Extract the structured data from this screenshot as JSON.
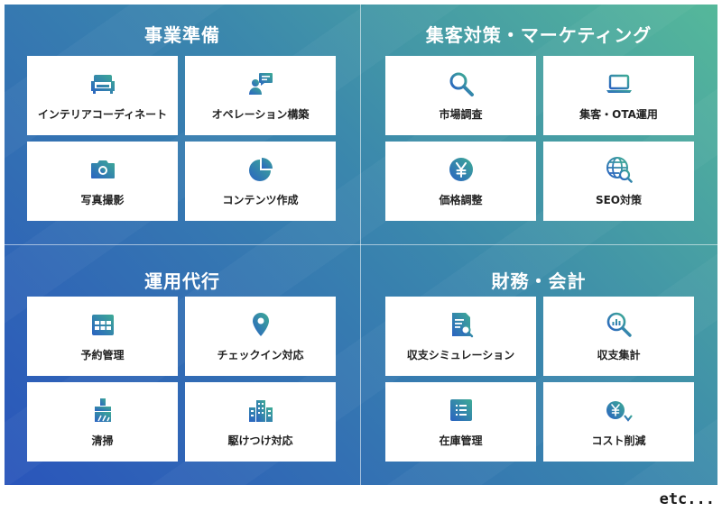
{
  "colors": {
    "icon_gradient_start": "#2a6fc0",
    "icon_gradient_end": "#3fa996"
  },
  "quadrants": [
    {
      "title": "事業準備",
      "items": [
        {
          "label": "インテリアコーディネート",
          "icon": "sofa-icon"
        },
        {
          "label": "オペレーション構築",
          "icon": "person-chat-icon"
        },
        {
          "label": "写真撮影",
          "icon": "camera-icon"
        },
        {
          "label": "コンテンツ作成",
          "icon": "pie-chart-icon"
        }
      ]
    },
    {
      "title": "集客対策・マーケティング",
      "items": [
        {
          "label": "市場調査",
          "icon": "magnifier-icon"
        },
        {
          "label": "集客・OTA運用",
          "icon": "laptop-icon"
        },
        {
          "label": "価格調整",
          "icon": "yen-coin-icon"
        },
        {
          "label": "SEO対策",
          "icon": "globe-search-icon"
        }
      ]
    },
    {
      "title": "運用代行",
      "items": [
        {
          "label": "予約管理",
          "icon": "calendar-icon"
        },
        {
          "label": "チェックイン対応",
          "icon": "map-pin-icon"
        },
        {
          "label": "清掃",
          "icon": "brush-icon"
        },
        {
          "label": "駆けつけ対応",
          "icon": "building-icon"
        }
      ]
    },
    {
      "title": "財務・会計",
      "items": [
        {
          "label": "収支シミュレーション",
          "icon": "document-search-icon"
        },
        {
          "label": "収支集計",
          "icon": "chart-search-icon"
        },
        {
          "label": "在庫管理",
          "icon": "list-icon"
        },
        {
          "label": "コスト削減",
          "icon": "yen-down-icon"
        }
      ]
    }
  ],
  "footer": {
    "etc": "etc..."
  }
}
